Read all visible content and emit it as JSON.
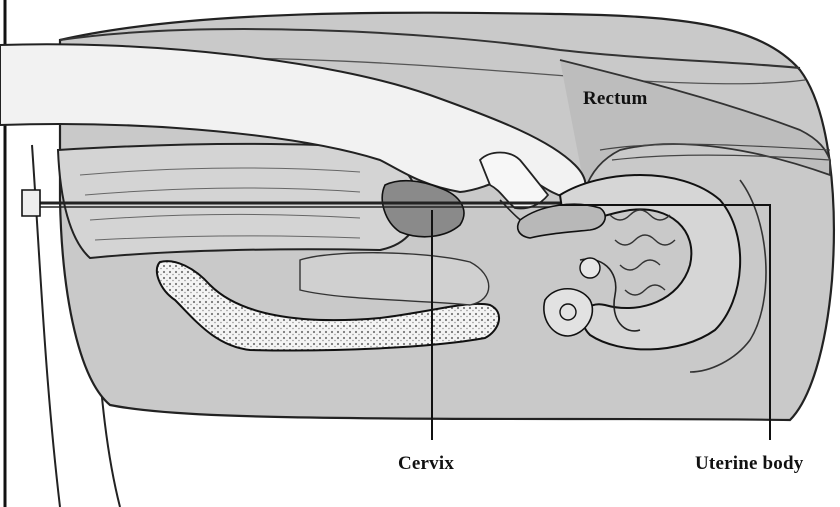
{
  "labels": {
    "rectum": "Rectum",
    "cervix": "Cervix",
    "uterine_body": "Uterine body"
  }
}
